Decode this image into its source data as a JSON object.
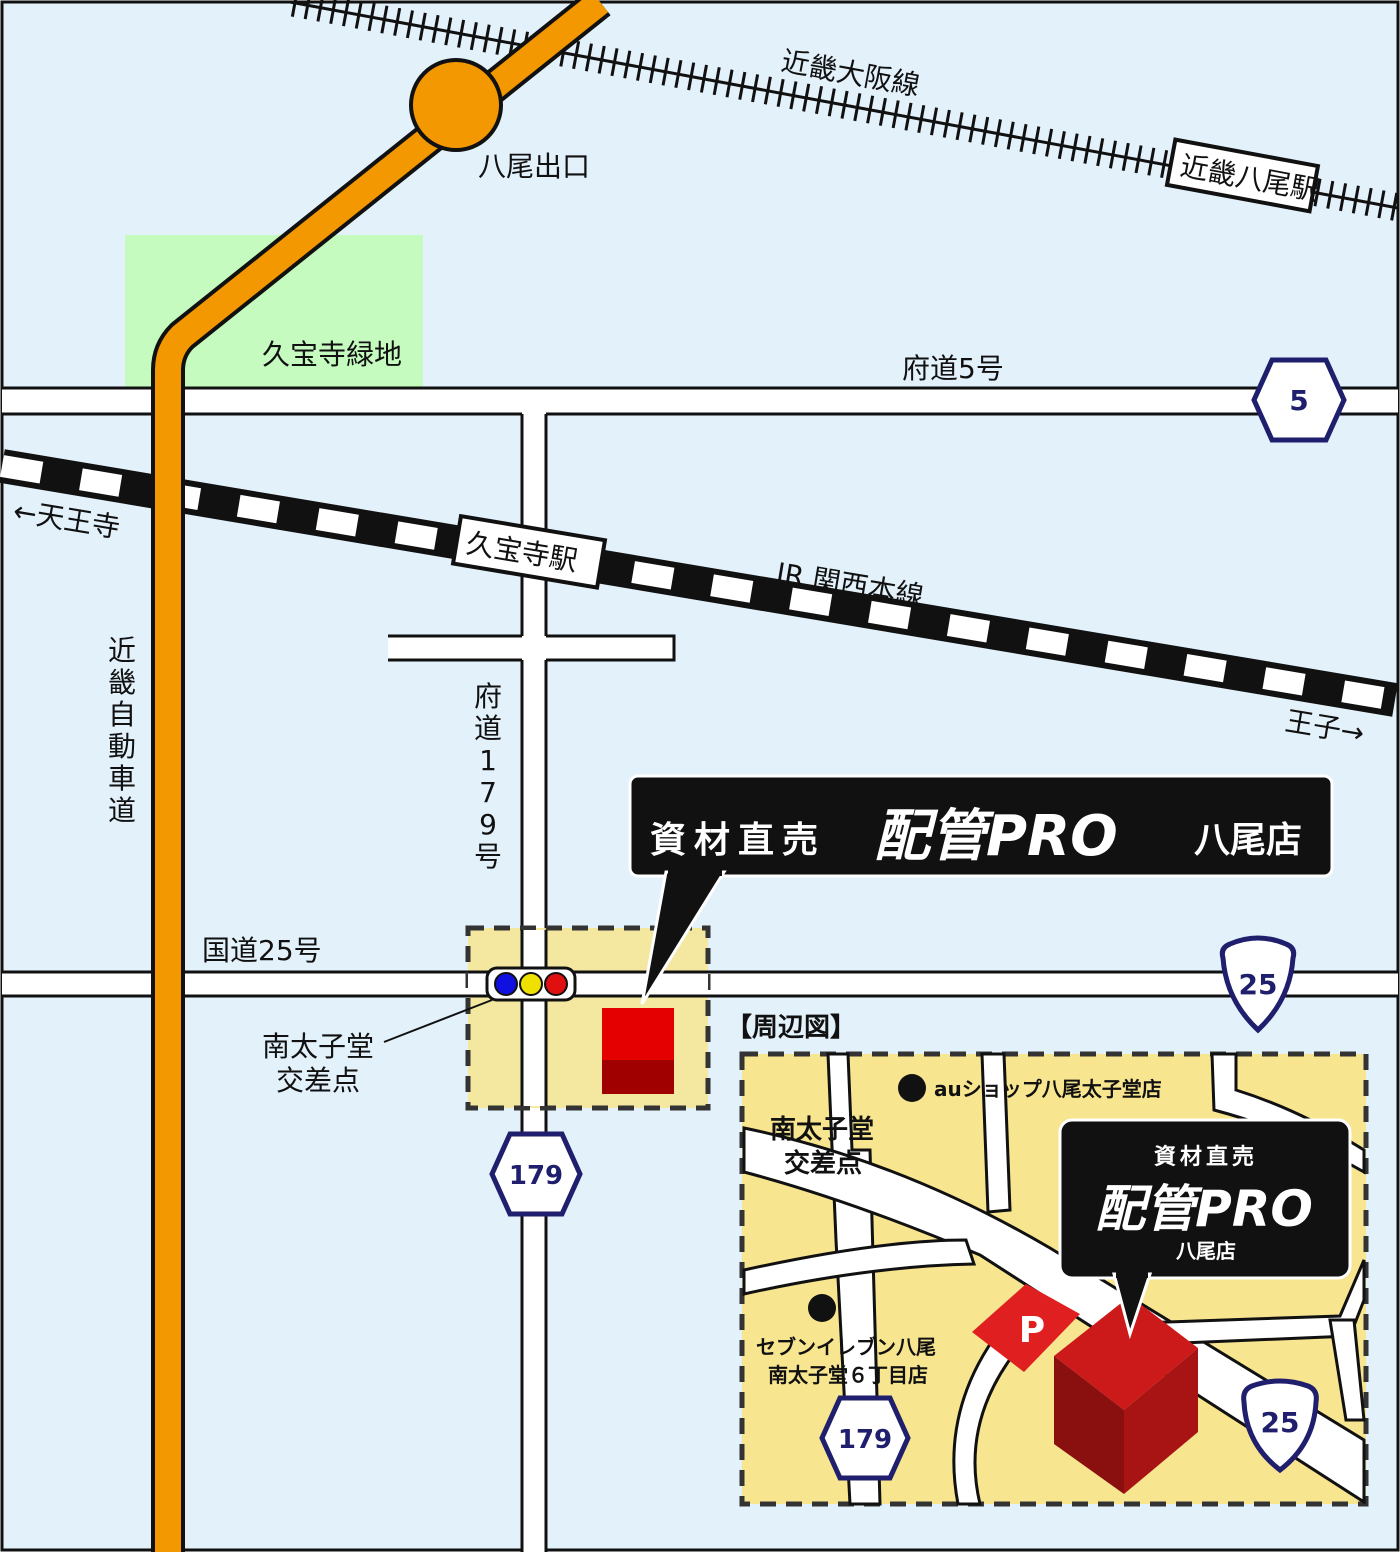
{
  "map": {
    "railways": {
      "kintetsu_osaka": "近畿大阪線",
      "kintetsu_yao_station": "近畿八尾駅",
      "jr_kansai": "JR 関西本線",
      "kyuhoji_station": "久宝寺駅",
      "dir_west": "←天王寺",
      "dir_east": "王子→"
    },
    "roads": {
      "expressway": "近畿自動車道",
      "exit": "八尾出口",
      "route5": "府道5号",
      "route5_badge": "5",
      "route179_vertical": "府道179号",
      "route179_chars": [
        "府",
        "道",
        "1",
        "7",
        "9",
        "号"
      ],
      "expressway_chars": [
        "近",
        "畿",
        "自",
        "動",
        "車",
        "道"
      ],
      "route25": "国道25号",
      "route25_badge": "25",
      "route179_badge": "179"
    },
    "places": {
      "park": "久宝寺緑地",
      "intersection_line1": "南太子堂",
      "intersection_line2": "交差点"
    },
    "store_callout": {
      "prefix": "資材直売",
      "brand": "配管PRO",
      "branch": "八尾店"
    },
    "inset": {
      "title": "【周辺図】",
      "au_shop": "auショップ八尾太子堂店",
      "intersection_line1": "南太子堂",
      "intersection_line2": "交差点",
      "seven_line1": "セブンイレブン八尾",
      "seven_line2": "南太子堂６丁目店",
      "parking": "P",
      "badge179": "179",
      "badge25": "25",
      "callout_prefix": "資材直売",
      "callout_brand": "配管PRO",
      "callout_branch": "八尾店"
    },
    "colors": {
      "background": "#e3f1fb",
      "park": "#c5fbbf",
      "expressway": "#f39800",
      "store": "#cc1a1a",
      "highlight": "#f7e58f",
      "signal_blue": "#1010e0",
      "signal_yellow": "#f0e000",
      "signal_red": "#e01010",
      "badge_outline": "#1f1f6e"
    }
  }
}
